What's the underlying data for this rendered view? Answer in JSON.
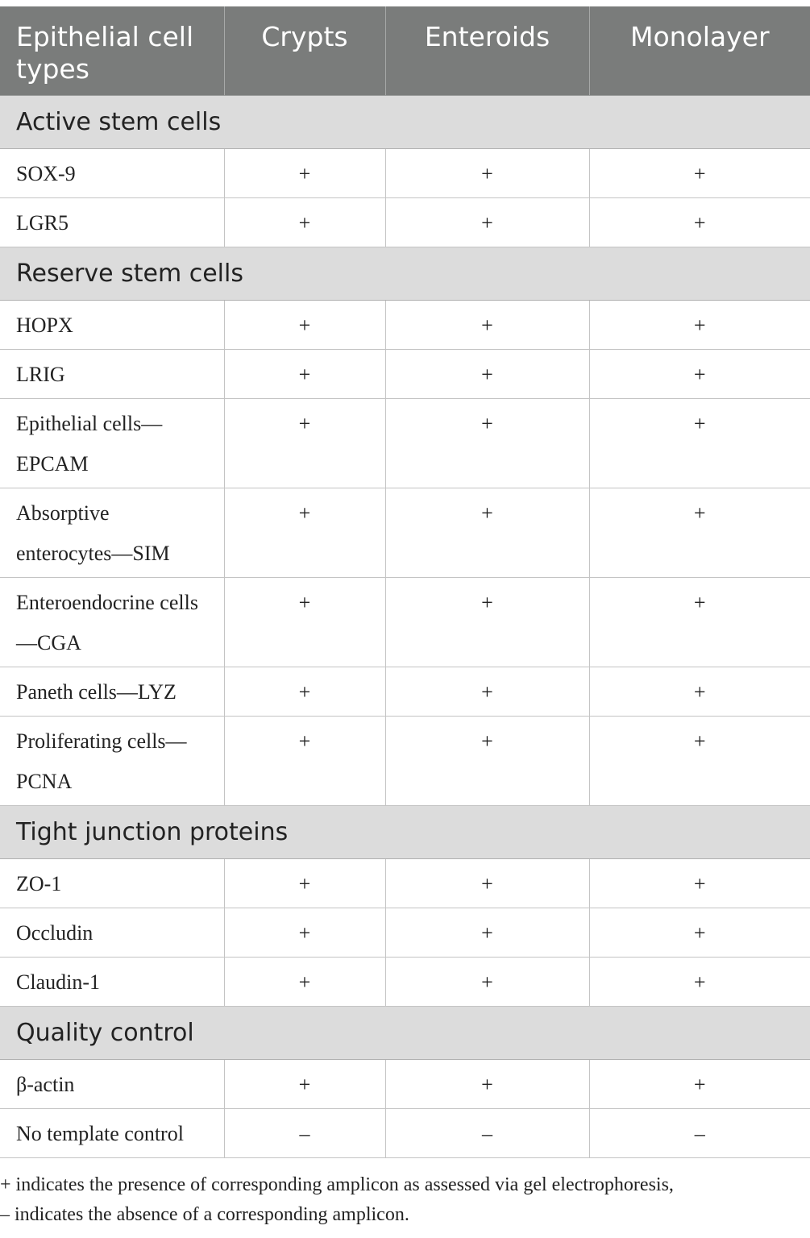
{
  "table": {
    "headers": [
      "Epithelial cell types",
      "Crypts",
      "Enteroids",
      "Monolayer"
    ],
    "sections": [
      {
        "title": "Active stem cells",
        "rows": [
          {
            "label": "SOX-9",
            "values": [
              "+",
              "+",
              "+"
            ]
          },
          {
            "label": "LGR5",
            "values": [
              "+",
              "+",
              "+"
            ]
          }
        ]
      },
      {
        "title": "Reserve stem cells",
        "rows": [
          {
            "label": "HOPX",
            "values": [
              "+",
              "+",
              "+"
            ]
          },
          {
            "label": "LRIG",
            "values": [
              "+",
              "+",
              "+"
            ]
          },
          {
            "label": "Epithelial cells—EPCAM",
            "values": [
              "+",
              "+",
              "+"
            ]
          },
          {
            "label": "Absorptive enterocytes—SIM",
            "values": [
              "+",
              "+",
              "+"
            ]
          },
          {
            "label": "Enteroendocrine cells—CGA",
            "values": [
              "+",
              "+",
              "+"
            ]
          },
          {
            "label": "Paneth cells—LYZ",
            "values": [
              "+",
              "+",
              "+"
            ]
          },
          {
            "label": "Proliferating cells—PCNA",
            "values": [
              "+",
              "+",
              "+"
            ]
          }
        ]
      },
      {
        "title": "Tight junction proteins",
        "rows": [
          {
            "label": "ZO-1",
            "values": [
              "+",
              "+",
              "+"
            ]
          },
          {
            "label": "Occludin",
            "values": [
              "+",
              "+",
              "+"
            ]
          },
          {
            "label": "Claudin-1",
            "values": [
              "+",
              "+",
              "+"
            ]
          }
        ]
      },
      {
        "title": "Quality control",
        "rows": [
          {
            "label": "β-actin",
            "values": [
              "+",
              "+",
              "+"
            ]
          },
          {
            "label": "No template control",
            "values": [
              "–",
              "–",
              "–"
            ]
          }
        ]
      }
    ]
  },
  "footnote": {
    "line1": "+ indicates the presence of corresponding amplicon as assessed via gel electrophoresis,",
    "line2": "– indicates the absence of a corresponding amplicon."
  }
}
